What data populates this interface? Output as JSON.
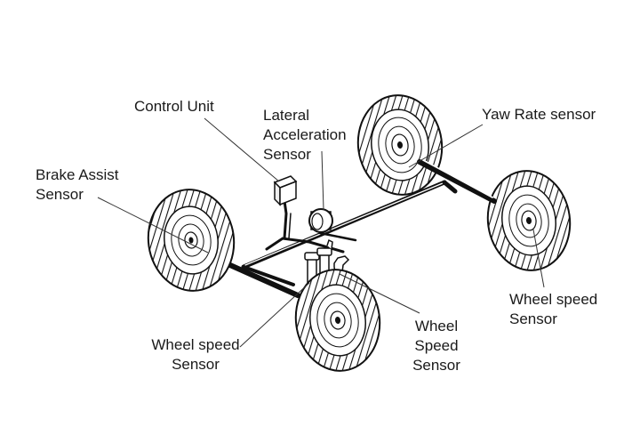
{
  "labels": {
    "control_unit": [
      "Control Unit"
    ],
    "lateral_acceleration_sensor": [
      "Lateral",
      "Acceleration",
      "Sensor"
    ],
    "yaw_rate_sensor": [
      "Yaw Rate sensor"
    ],
    "brake_assist_sensor": [
      "Brake Assist",
      "Sensor"
    ],
    "wheel_speed_sensor_right": [
      "Wheel speed",
      "Sensor"
    ],
    "wheel_speed_sensor_front_left": [
      "Wheel speed",
      "Sensor"
    ],
    "wheel_speed_sensor_front_center": [
      "Wheel",
      "Speed",
      "Sensor"
    ]
  }
}
